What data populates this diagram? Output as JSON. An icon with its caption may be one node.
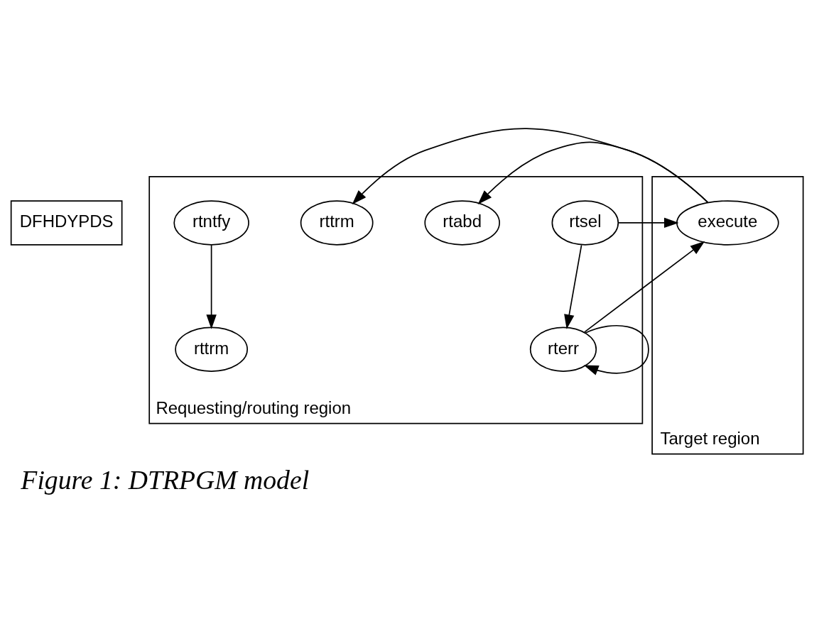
{
  "diagram": {
    "caption": "Figure 1: DTRPGM model",
    "nodes": [
      {
        "text": [
          "DFHDYPDS"
        ]
      },
      {
        "text": [
          "Requesting/routing region"
        ]
      },
      {
        "text": [
          "Target region"
        ]
      },
      {
        "text": [
          "rtsel"
        ],
        "in": 1
      },
      {
        "text": [
          "rterr"
        ],
        "in": 1
      },
      {
        "text": [
          "rtabd"
        ],
        "in": 1
      },
      {
        "text": [
          "rttrm"
        ],
        "in": 1
      },
      {
        "text": [
          "rtntfy"
        ],
        "in": 1
      },
      {
        "text": [
          "rttrm"
        ],
        "in": 1
      },
      {
        "text": [
          "execute"
        ],
        "in": 2
      }
    ],
    "edges": [
      {
        "from": 3,
        "to": 9,
        "arrow": "to"
      },
      {
        "from": 3,
        "to": 4,
        "arrow": "to"
      },
      {
        "from": 4,
        "to": 4,
        "arrow": "to"
      },
      {
        "from": 4,
        "to": 9,
        "arrow": "to"
      },
      {
        "from": 9,
        "to": 5,
        "arrow": "to"
      },
      {
        "from": 9,
        "to": 6,
        "arrow": "to"
      },
      {
        "from": 7,
        "to": 8,
        "arrow": "to"
      }
    ]
  }
}
